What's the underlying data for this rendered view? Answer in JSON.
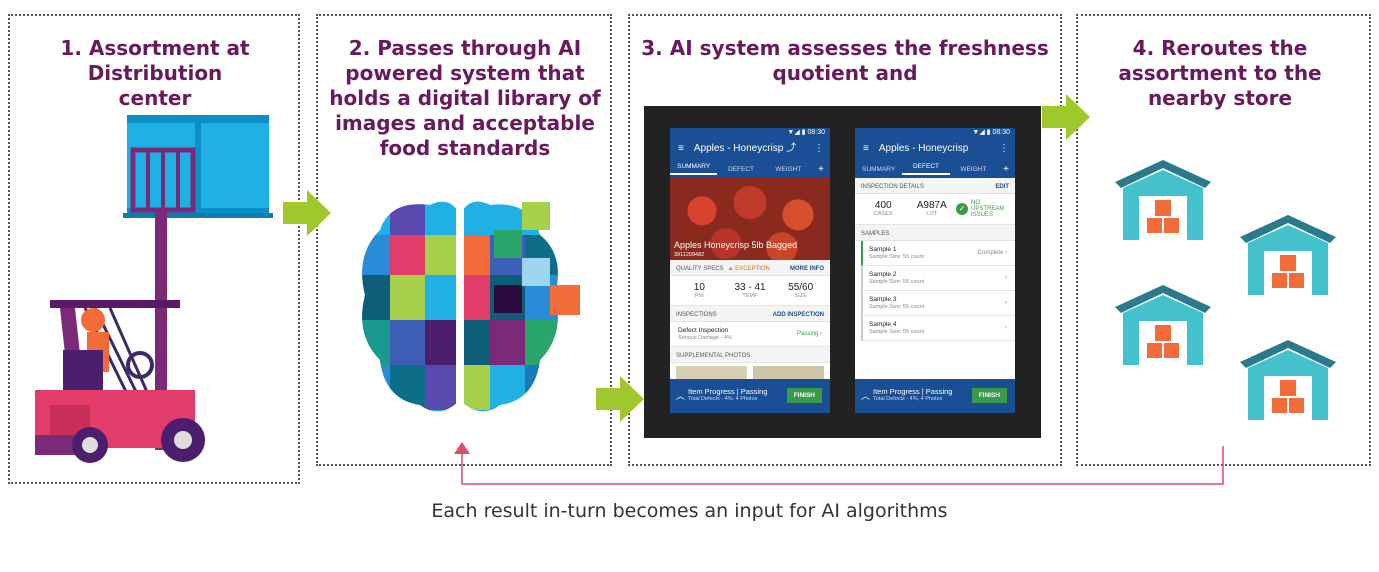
{
  "panels": [
    {
      "id": 1,
      "title": "1. Assortment at Distribution center"
    },
    {
      "id": 2,
      "title": "2. Passes through AI powered system that holds a digital library of images and acceptable food standards"
    },
    {
      "id": 3,
      "title": "3. AI system assesses the freshness quotient and"
    },
    {
      "id": 4,
      "title": "4. Reroutes the assortment to the nearby store"
    }
  ],
  "caption": "Each result in-turn becomes an input for AI algorithms",
  "colors": {
    "title": "#6a1a5c",
    "arrow": "#9ec82b",
    "feedback": "#e04b6a",
    "appbar": "#1a4f95",
    "warehouse_roof": "#2b7a8c",
    "warehouse_wall": "#43c1cc",
    "box": "#f26b38"
  },
  "phone1": {
    "status": "▼◢ ▮ 08:30",
    "title": "Apples - Honeycrisp ⤴",
    "tabs": [
      "SUMMARY",
      "DEFECT",
      "WEIGHT",
      "+"
    ],
    "hero_title": "Apples Honeycrisp 5lb Bagged",
    "hero_code": "3911209482",
    "quality_label": "QUALITY SPECS",
    "exception": "▲ EXCEPTION",
    "more_info": "MORE INFO",
    "specs": [
      {
        "v": "10",
        "l": "PSI"
      },
      {
        "v": "33 - 41",
        "l": "TEMP"
      },
      {
        "v": "55/60",
        "l": "SIZE"
      }
    ],
    "inspections_label": "INSPECTIONS",
    "add_inspection": "ADD INSPECTION",
    "defect_title": "Defect Inspection",
    "defect_sub": "Serious Damage - 4%",
    "defect_status": "Passing ›",
    "photos_label": "SUPPLEMENTAL PHOTOS",
    "bottom_title": "Item Progress  |  Passing",
    "bottom_sub": "Total Defects - 4%, 4 Photos",
    "finish": "FINISH"
  },
  "phone2": {
    "status": "▼◢ ▮ 08:30",
    "title": "Apples - Honeycrisp",
    "tabs": [
      "SUMMARY",
      "DEFECT",
      "WEIGHT",
      "+"
    ],
    "details_label": "INSPECTION DETAILS",
    "edit": "EDIT",
    "cases": "400",
    "cases_label": "CASES",
    "lot": "A987A",
    "lot_label": "LOT",
    "no_issues": "NO UPSTREAM ISSUES",
    "samples_label": "SAMPLES",
    "samples": [
      {
        "name": "Sample 1",
        "size": "Sample Size: 55 count",
        "status": "Complete ›"
      },
      {
        "name": "Sample 2",
        "size": "Sample Size: 55 count",
        "status": "›"
      },
      {
        "name": "Sample 3",
        "size": "Sample Size: 55 count",
        "status": "›"
      },
      {
        "name": "Sample 4",
        "size": "Sample Size: 55 count",
        "status": "›"
      }
    ],
    "bottom_title": "Item Progress  |  Passing",
    "bottom_sub": "Total Defects - 4%, 4 Photos",
    "finish": "FINISH"
  }
}
